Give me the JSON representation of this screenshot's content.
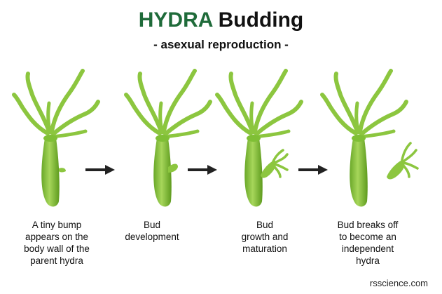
{
  "header": {
    "title_accent": "HYDRA",
    "title_rest": " Budding",
    "subtitle": "- asexual reproduction -"
  },
  "stages": [
    {
      "lines": [
        "A tiny bump",
        "appears on the",
        "body wall of the",
        "parent hydra"
      ]
    },
    {
      "lines": [
        "Bud",
        "development"
      ]
    },
    {
      "lines": [
        "Bud",
        "growth and",
        "maturation"
      ]
    },
    {
      "lines": [
        "Bud breaks off",
        "to become an",
        "independent",
        "hydra"
      ]
    }
  ],
  "watermark": "rsscience.com",
  "colors": {
    "accent": "#1f6b3a",
    "hydra_body": "#8cc63f",
    "hydra_dark": "#5e9b1e",
    "arrow": "#222222"
  }
}
